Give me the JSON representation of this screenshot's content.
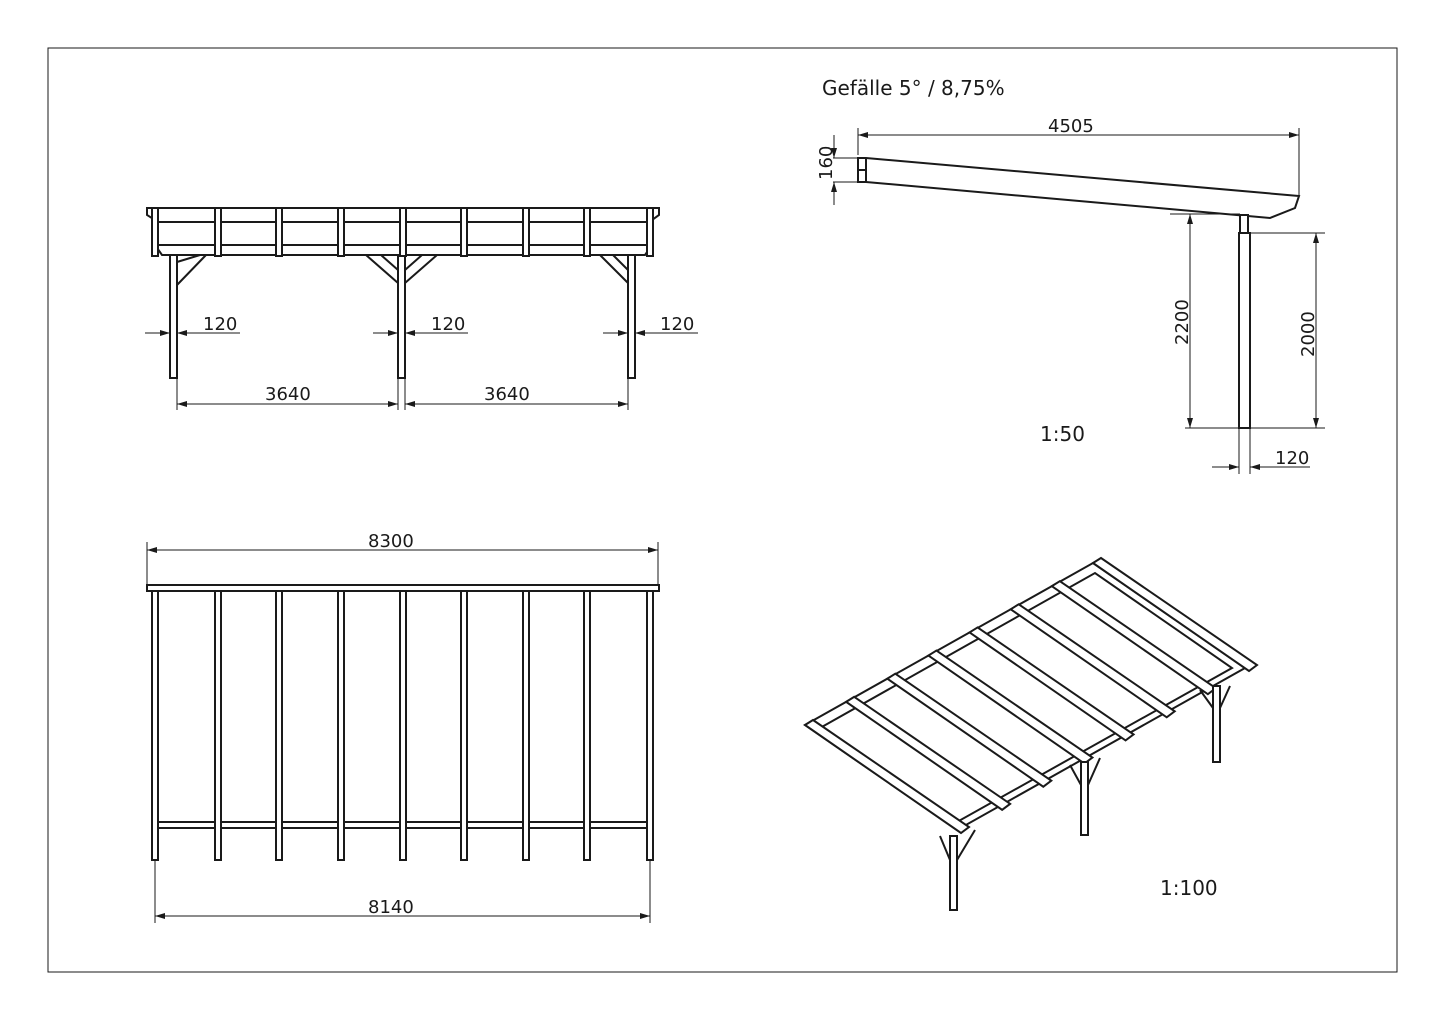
{
  "front_view": {
    "post_width_labels": [
      "120",
      "120",
      "120"
    ],
    "span_labels": [
      "3640",
      "3640"
    ]
  },
  "side_view": {
    "slope_label": "Gefälle 5° / 8,75%",
    "depth_label": "4505",
    "beam_height_label": "160",
    "total_height_label": "2200",
    "post_height_label": "2000",
    "post_width_label": "120",
    "scale_label": "1:50"
  },
  "plan_view": {
    "overall_width_label": "8300",
    "inner_width_label": "8140"
  },
  "iso_view": {
    "scale_label": "1:100"
  }
}
